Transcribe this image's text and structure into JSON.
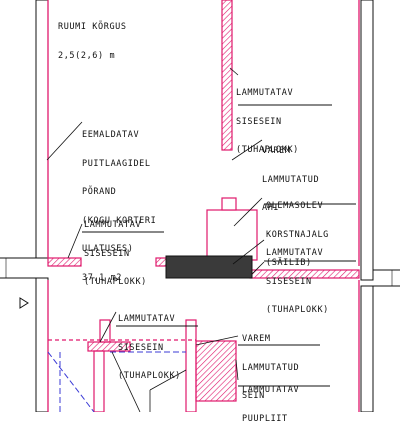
{
  "room_height": {
    "title": "RUUMI KÕRGUS",
    "value": "2,5(2,6) m"
  },
  "annotations": {
    "interior_wall_top": [
      "LAMMUTATAV",
      "SISESEIN",
      "(TUHAPLOKK)"
    ],
    "wooden_floor": [
      "EEMALDATAV",
      "PUITLAAGIDEL",
      "PÕRAND",
      "(KOGU KORTERI",
      "ULATUSES)",
      "37,1 m2"
    ],
    "former_stove": [
      "VAREM",
      "LAMMUTATUD",
      "AHI"
    ],
    "chimney": [
      "OLEMASOLEV",
      "KORSTNAJALG",
      "(SÄILIB)"
    ],
    "interior_wall_left": [
      "LAMMUTATAV",
      "SISESEIN",
      "(TUHAPLOKK)"
    ],
    "interior_wall_right": [
      "LAMMUTATAV",
      "SISESEIN",
      "(TUHAPLOKK)"
    ],
    "interior_wall_bottom": [
      "LAMMUTATAV",
      "SISESEIN",
      "(TUHAPLOKK)"
    ],
    "former_wall": [
      "VAREM",
      "LAMMUTATUD",
      "SEIN"
    ],
    "stove_tile": [
      "LAMMUTATAV",
      "PUUPLIIT"
    ]
  },
  "colors": {
    "demolish_hatch": "#e0186c",
    "outline": "#e0186c",
    "existing": "#3a3a3a",
    "dimension": "#3b3bd6",
    "line": "#111111"
  }
}
